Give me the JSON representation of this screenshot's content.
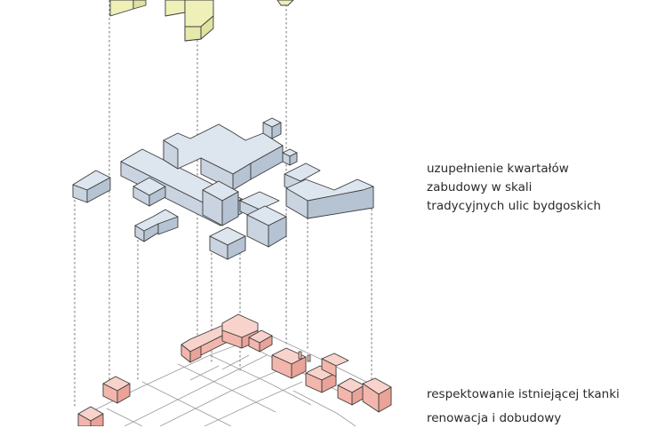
{
  "captions": {
    "top": {
      "line1": "uzupełnienie kwartałów",
      "line2": "zabudowy w skali",
      "line3": "tradycyjnych ulic bydgoskich"
    },
    "bottom": {
      "line1": "respektowanie istniejącej tkanki",
      "line2": "renowacja i dobudowy"
    }
  },
  "colors": {
    "new_block_face": "#c9d4e0",
    "new_block_top": "#dde5ee",
    "new_block_side": "#b5c3d3",
    "existing_block_face": "#f2b6ad",
    "existing_block_top": "#f8d3cc",
    "top_layer_face": "#eef0b8",
    "top_layer_side": "#dfe2a0",
    "outline": "#3c3c3c",
    "guide_line": "#555555"
  }
}
